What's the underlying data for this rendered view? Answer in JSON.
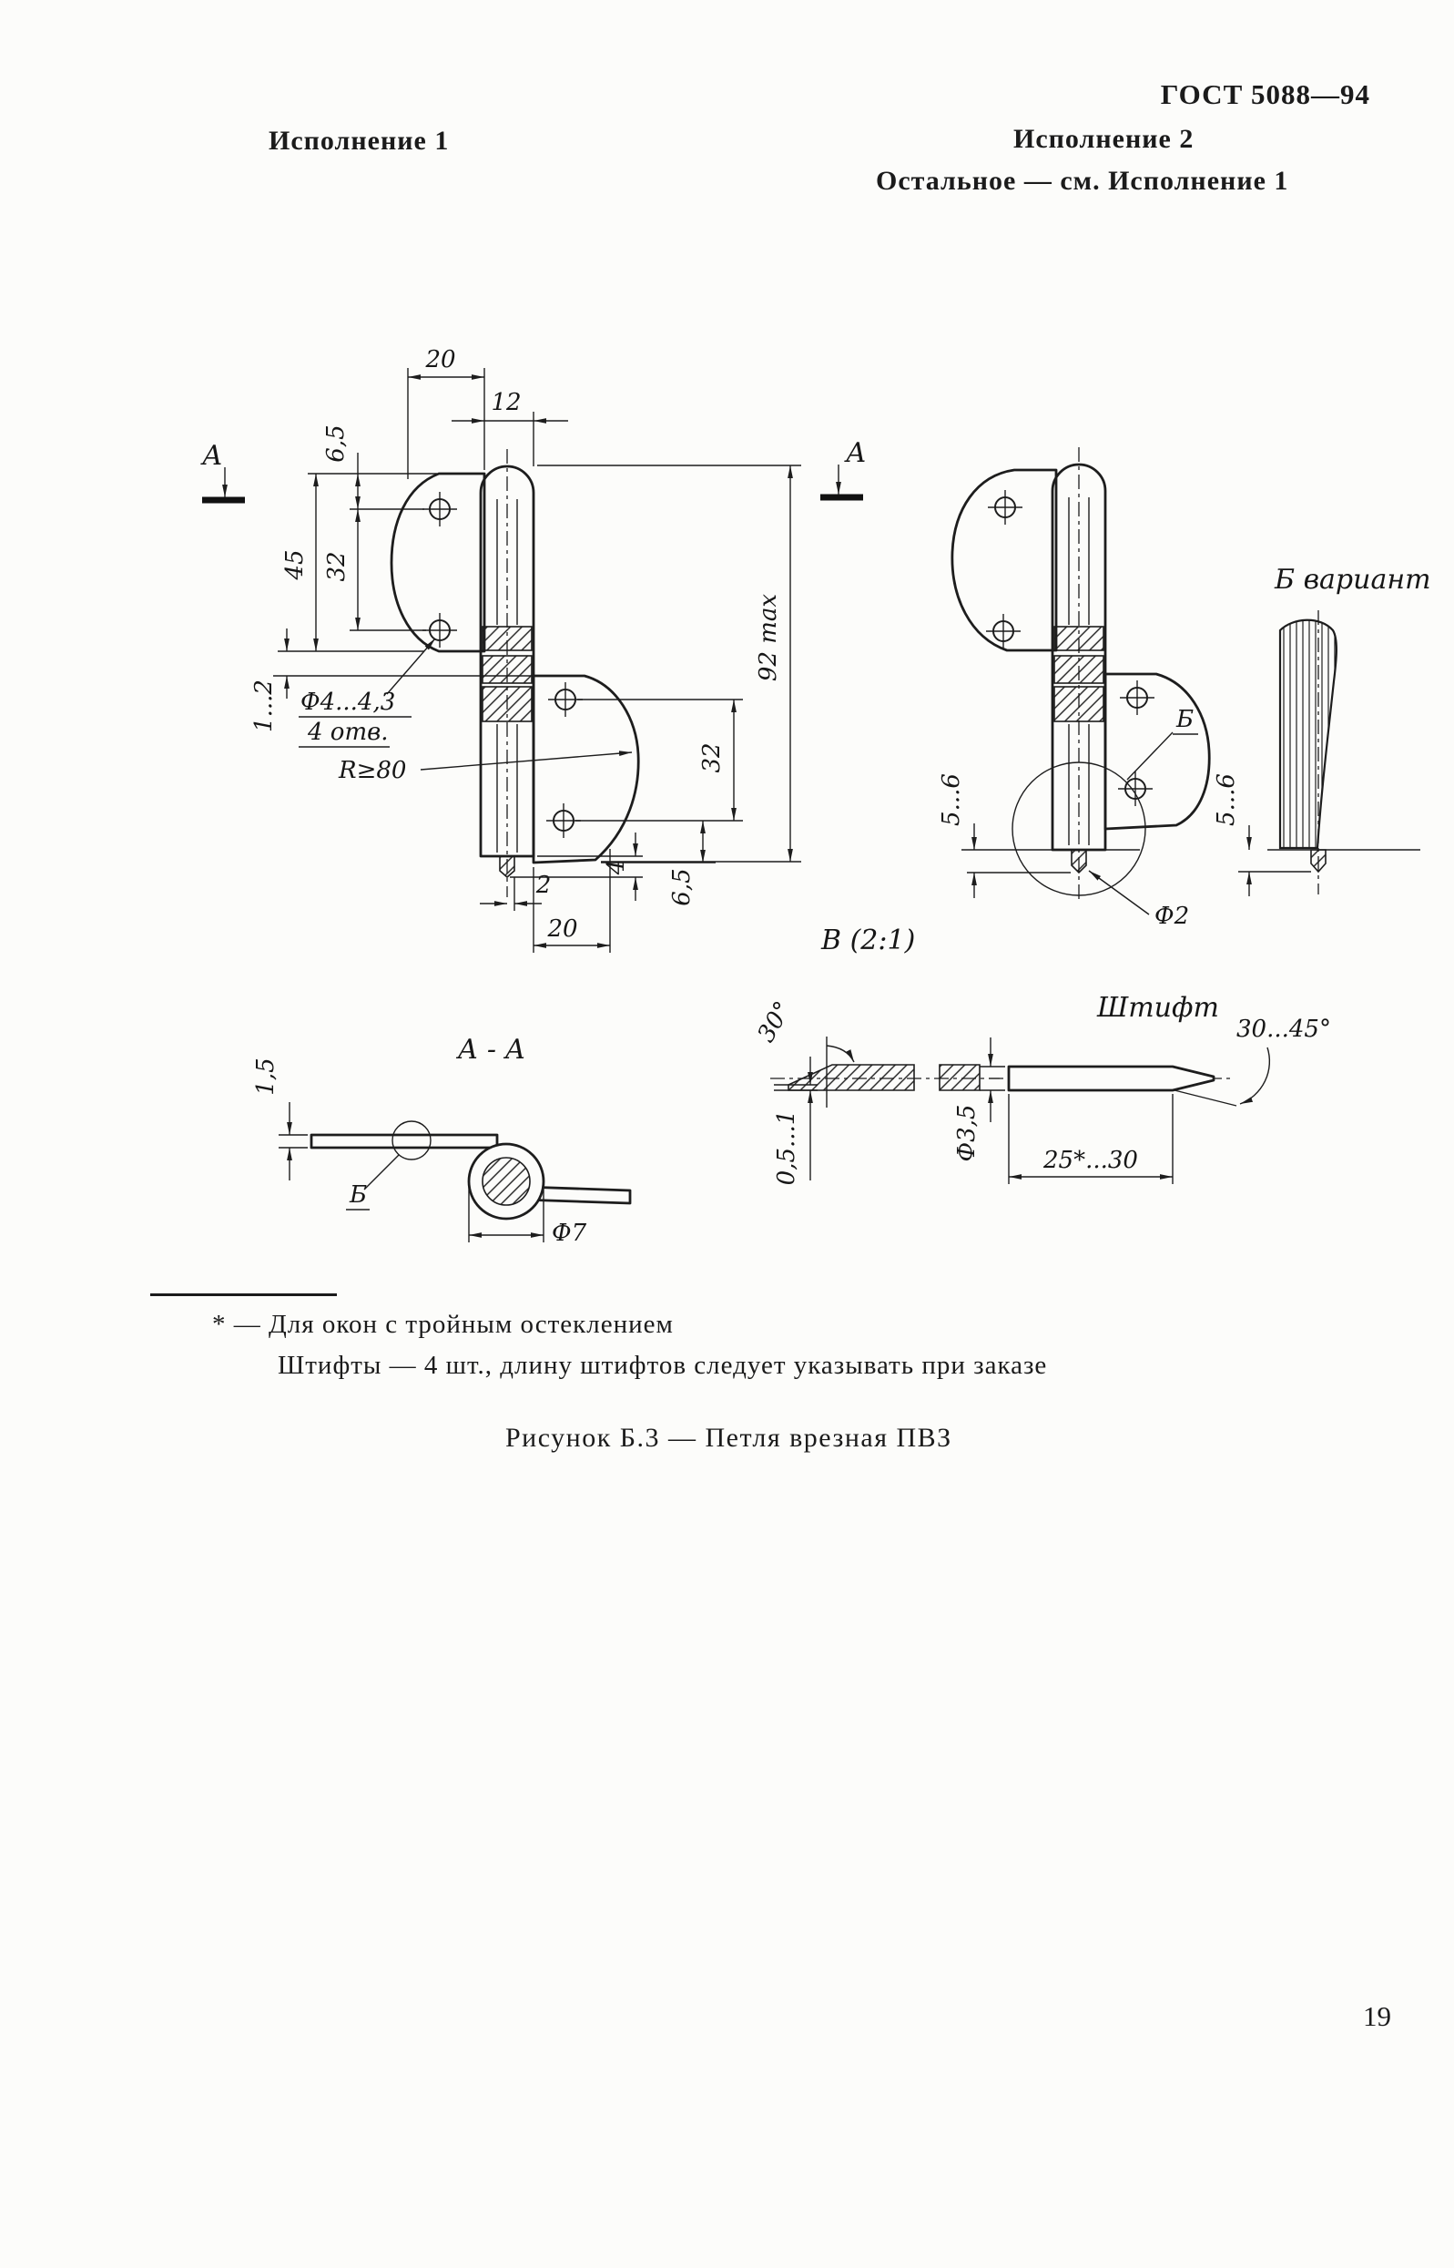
{
  "header": {
    "standard": "ГОСТ 5088—94"
  },
  "titles": {
    "left": "Исполнение 1",
    "right": "Исполнение 2",
    "right_note": "Остальное — см. Исполнение 1"
  },
  "view1": {
    "section_label": "А",
    "dim_width_top": "20",
    "dim_knuckle_width": "12",
    "dim_hole_edge_top": "6,5",
    "dim_plate_length": "45",
    "dim_hole_pitch_top": "32",
    "dim_leaf_gap": "1...2",
    "callout_hole_dia": "Ф4...4,3",
    "callout_hole_count": "4 отв.",
    "callout_radius": "R≥80",
    "dim_total_height": "92 max",
    "dim_hole_pitch_bottom": "32",
    "dim_hole_edge_bottom": "6,5",
    "dim_offset": "2",
    "dim_pin_protrusion": "4",
    "dim_width_bottom": "20"
  },
  "view2": {
    "dim_protrusion": "5...6",
    "detail_label": "Б",
    "dim_pin_dia": "Ф2",
    "variant_title": "Б вариант",
    "variant_dim_protrusion": "5...6"
  },
  "section_aa": {
    "title": "А - А",
    "dim_thickness": "1,5",
    "detail_label": "Б",
    "dim_knuckle_dia": "Ф7"
  },
  "detail_v": {
    "title": "В (2:1)",
    "dim_angle": "30°",
    "dim_edge_thickness": "0,5...1"
  },
  "pin_view": {
    "title": "Штифт",
    "dim_dia": "Ф3,5",
    "dim_length": "25*...30",
    "dim_tip_angle": "30...45°"
  },
  "footnote": {
    "line1": "* — Для окон с тройным остеклением",
    "line2": "Штифты — 4 шт., длину штифтов следует указывать при заказе"
  },
  "caption": "Рисунок Б.3 — Петля врезная ПВЗ",
  "page_number": "19"
}
